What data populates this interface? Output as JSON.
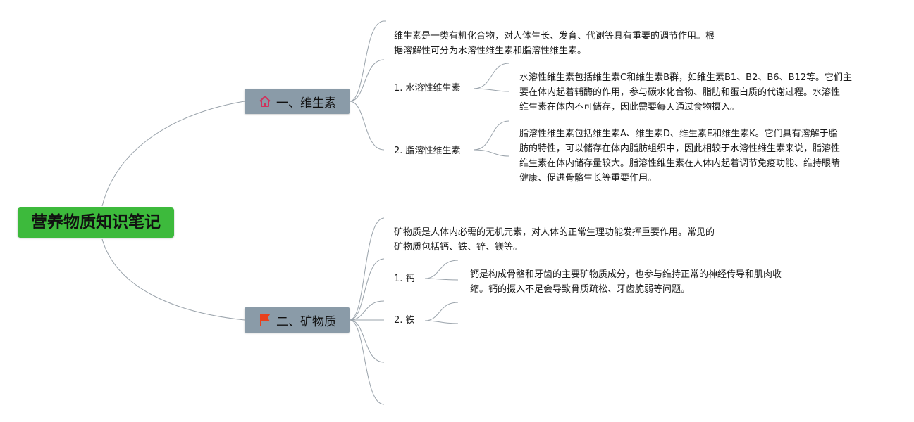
{
  "root": {
    "title": "营养物质知识笔记"
  },
  "branches": [
    {
      "title": "一、维生素",
      "icon": "home-icon",
      "intro": "维生素是一类有机化合物，对人体生长、发育、代谢等具有重要的调节作用。根\n据溶解性可分为水溶性维生素和脂溶性维生素。",
      "items": [
        {
          "label": "1. 水溶性维生素",
          "detail": "水溶性维生素包括维生素C和维生素B群，如维生素B1、B2、B6、B12等。它们主\n要在体内起着辅酶的作用，参与碳水化合物、脂肪和蛋白质的代谢过程。水溶性\n维生素在体内不可储存，因此需要每天通过食物摄入。"
        },
        {
          "label": "2. 脂溶性维生素",
          "detail": "脂溶性维生素包括维生素A、维生素D、维生素E和维生素K。它们具有溶解于脂\n肪的特性，可以储存在体内脂肪组织中，因此相较于水溶性维生素来说，脂溶性\n维生素在体内储存量较大。脂溶性维生素在人体内起着调节免疫功能、维持眼睛\n健康、促进骨骼生长等重要作用。"
        }
      ]
    },
    {
      "title": "二、矿物质",
      "icon": "flag-icon",
      "intro": "矿物质是人体内必需的无机元素，对人体的正常生理功能发挥重要作用。常见的\n矿物质包括钙、铁、锌、镁等。",
      "items": [
        {
          "label": "1. 钙",
          "detail": "钙是构成骨骼和牙齿的主要矿物质成分，也参与维持正常的神经传导和肌肉收\n缩。钙的摄入不足会导致骨质疏松、牙齿脆弱等问题。"
        },
        {
          "label": "2. 铁",
          "detail": ""
        }
      ]
    }
  ],
  "colors": {
    "root_bg": "#3dba3c",
    "branch_bg": "#8a9ba8",
    "line": "#9aa3ab",
    "home_icon": "#d0325c",
    "flag_icon": "#e8401c"
  }
}
